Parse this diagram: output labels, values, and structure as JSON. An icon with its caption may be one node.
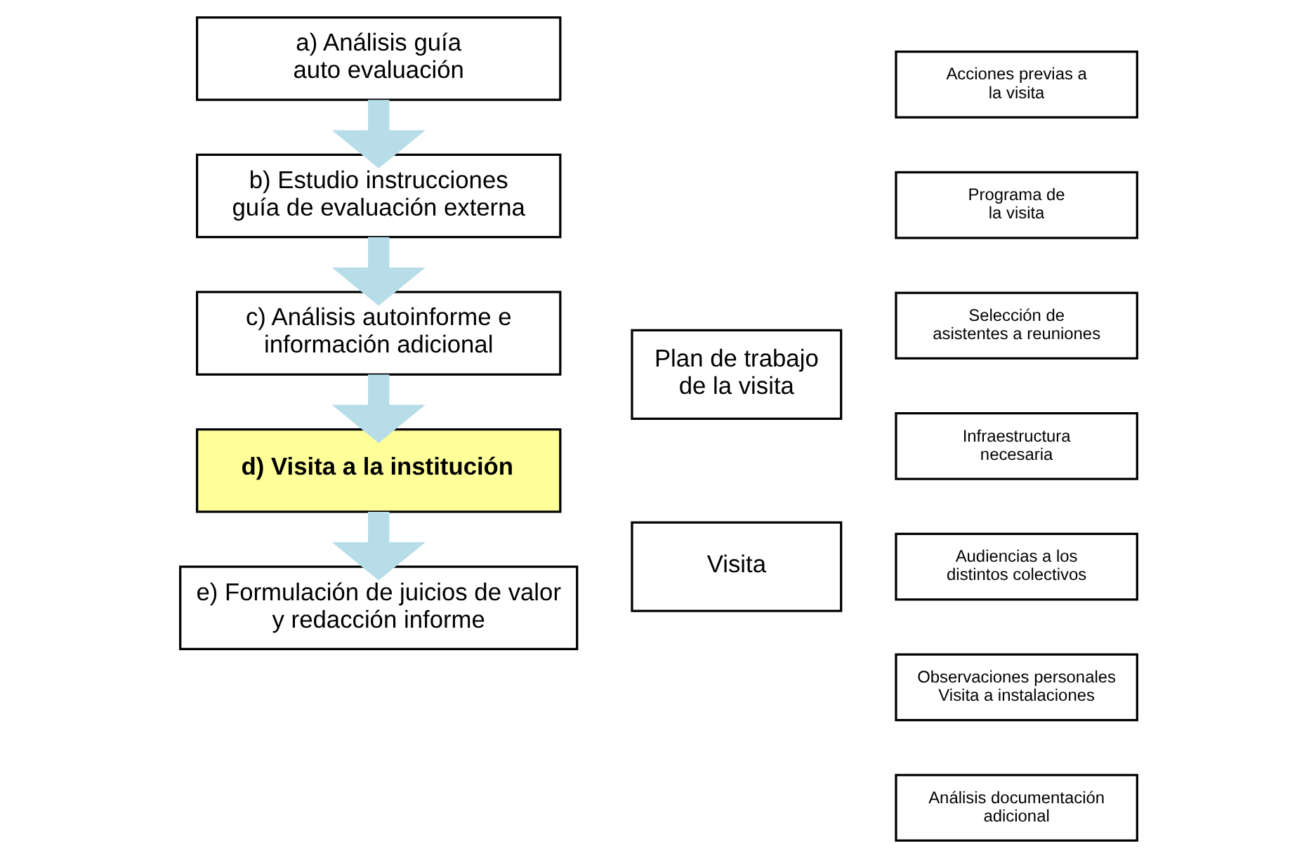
{
  "diagram": {
    "nodes": [
      {
        "text": [
          "a) Análisis guía auto evaluación"
        ]
      },
      {
        "text": [
          "b) Estudio instrucciones guía de evaluación externa"
        ]
      },
      {
        "text": [
          "c) Análisis autoinforme e información adicional"
        ]
      },
      {
        "text": [
          "d) Visita a la institución"
        ]
      },
      {
        "text": [
          "e) Formulación de juicios de valor y redacción informe"
        ]
      },
      {
        "text": [
          "Plan de trabajo de la visita"
        ]
      },
      {
        "text": [
          "Visita"
        ]
      },
      {
        "text": [
          "Acciones previas a la visita"
        ]
      },
      {
        "text": [
          "Programa de la visita"
        ]
      },
      {
        "text": [
          "Selección de asistentes a reuniones"
        ]
      },
      {
        "text": [
          "Infraestructura necesaria"
        ]
      },
      {
        "text": [
          "Audiencias a los distintos colectivos"
        ]
      },
      {
        "text": [
          "Observaciones personales Visita a instalaciones"
        ]
      },
      {
        "text": [
          "Análisis documentación adicional"
        ]
      }
    ],
    "edges": [
      {
        "from": 0,
        "to": 1,
        "arrow": "to"
      },
      {
        "from": 1,
        "to": 2,
        "arrow": "to"
      },
      {
        "from": 2,
        "to": 3,
        "arrow": "to"
      },
      {
        "from": 3,
        "to": 4,
        "arrow": "to"
      }
    ]
  }
}
